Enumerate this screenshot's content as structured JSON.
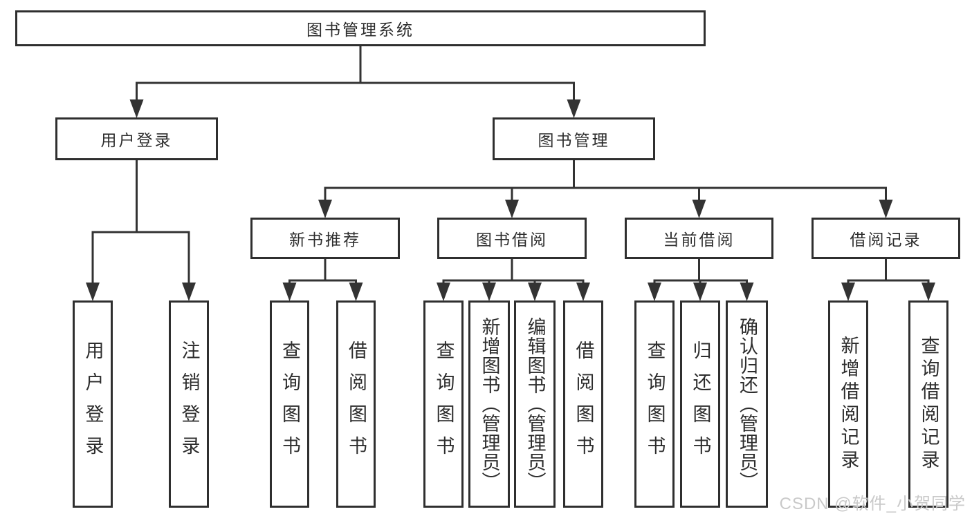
{
  "diagram": {
    "tree": {
      "id": "library-management-system",
      "label": "图书管理系统",
      "children": [
        {
          "id": "user-login-module",
          "label": "用户登录",
          "children": [
            {
              "id": "user-login",
              "label": "用户登录"
            },
            {
              "id": "logout",
              "label": "注销登录"
            }
          ]
        },
        {
          "id": "book-management",
          "label": "图书管理",
          "children": [
            {
              "id": "new-book-recommend",
              "label": "新书推荐",
              "children": [
                {
                  "id": "query-books",
                  "label": "查询图书"
                },
                {
                  "id": "borrow-books",
                  "label": "借阅图书"
                }
              ]
            },
            {
              "id": "book-borrowing",
              "label": "图书借阅",
              "children": [
                {
                  "id": "query-books",
                  "label": "查询图书"
                },
                {
                  "id": "add-books-admin",
                  "label": "新增图书（管理员）"
                },
                {
                  "id": "edit-books-admin",
                  "label": "编辑图书（管理员）"
                },
                {
                  "id": "borrow-books",
                  "label": "借阅图书"
                }
              ]
            },
            {
              "id": "current-borrowing",
              "label": "当前借阅",
              "children": [
                {
                  "id": "query-books",
                  "label": "查询图书"
                },
                {
                  "id": "return-books",
                  "label": "归还图书"
                },
                {
                  "id": "confirm-return-admin",
                  "label": "确认归还（管理员）"
                }
              ]
            },
            {
              "id": "borrow-records",
              "label": "借阅记录",
              "children": [
                {
                  "id": "add-borrow-record",
                  "label": "新增借阅记录"
                },
                {
                  "id": "query-borrow-record",
                  "label": "查询借阅记录"
                }
              ]
            }
          ]
        }
      ]
    }
  },
  "watermark": {
    "text": "CSDN @软件_小贺同学"
  },
  "colors": {
    "line": "#333333",
    "border": "#2f2f2f",
    "text": "#2d2d2d",
    "watermark": "#c9c9c9",
    "background": "#ffffff"
  }
}
